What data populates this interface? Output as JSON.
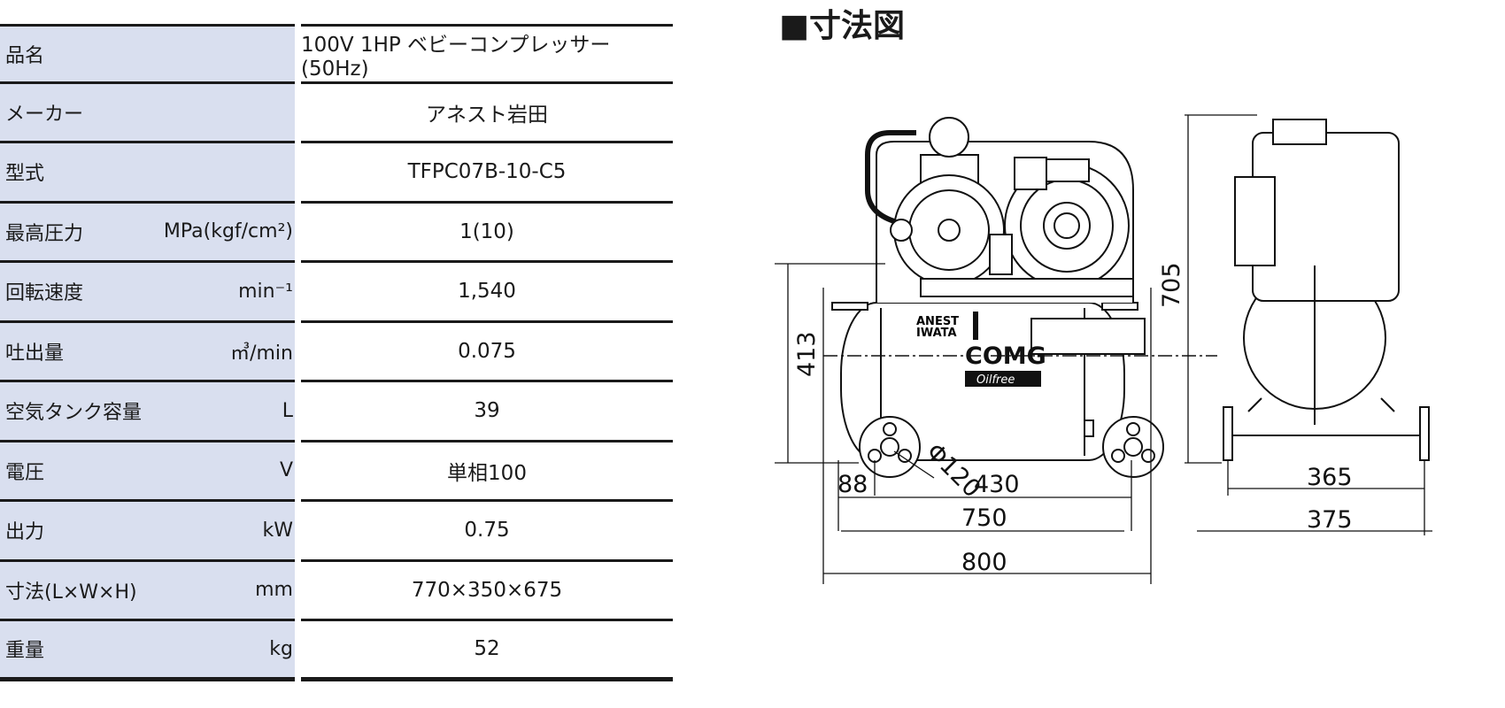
{
  "spec_rows": [
    {
      "label": "品名",
      "unit": "",
      "value": "100V 1HP ベビーコンプレッサー(50Hz)"
    },
    {
      "label": "メーカー",
      "unit": "",
      "value": "アネスト岩田"
    },
    {
      "label": "型式",
      "unit": "",
      "value": "TFPC07B-10-C5"
    },
    {
      "label": "最高圧力",
      "unit": "MPa(kgf/cm²)",
      "value": "1(10)"
    },
    {
      "label": "回転速度",
      "unit": "min⁻¹",
      "value": "1,540"
    },
    {
      "label": "吐出量",
      "unit": "㎥/min",
      "value": "0.075"
    },
    {
      "label": "空気タンク容量",
      "unit": "L",
      "value": "39"
    },
    {
      "label": "電圧",
      "unit": "V",
      "value": "単相100"
    },
    {
      "label": "出力",
      "unit": "kW",
      "value": "0.75"
    },
    {
      "label": "寸法(L×W×H)",
      "unit": "mm",
      "value": "770×350×675"
    },
    {
      "label": "重量",
      "unit": "kg",
      "value": "52"
    }
  ],
  "drawing": {
    "title": "■寸法図",
    "front_view": {
      "height_dim": "413",
      "wheel_dim": "Φ120",
      "offset_dim": "88",
      "wheelbase_dim": "430",
      "tank_length_dim": "750",
      "overall_length_dim": "800",
      "logo_maker_line1": "ANEST",
      "logo_maker_line2": "IWATA",
      "logo_brand": "COMG",
      "logo_sub": "Oilfree"
    },
    "side_view": {
      "height_dim": "705",
      "inner_width_dim": "365",
      "outer_width_dim": "375"
    }
  }
}
